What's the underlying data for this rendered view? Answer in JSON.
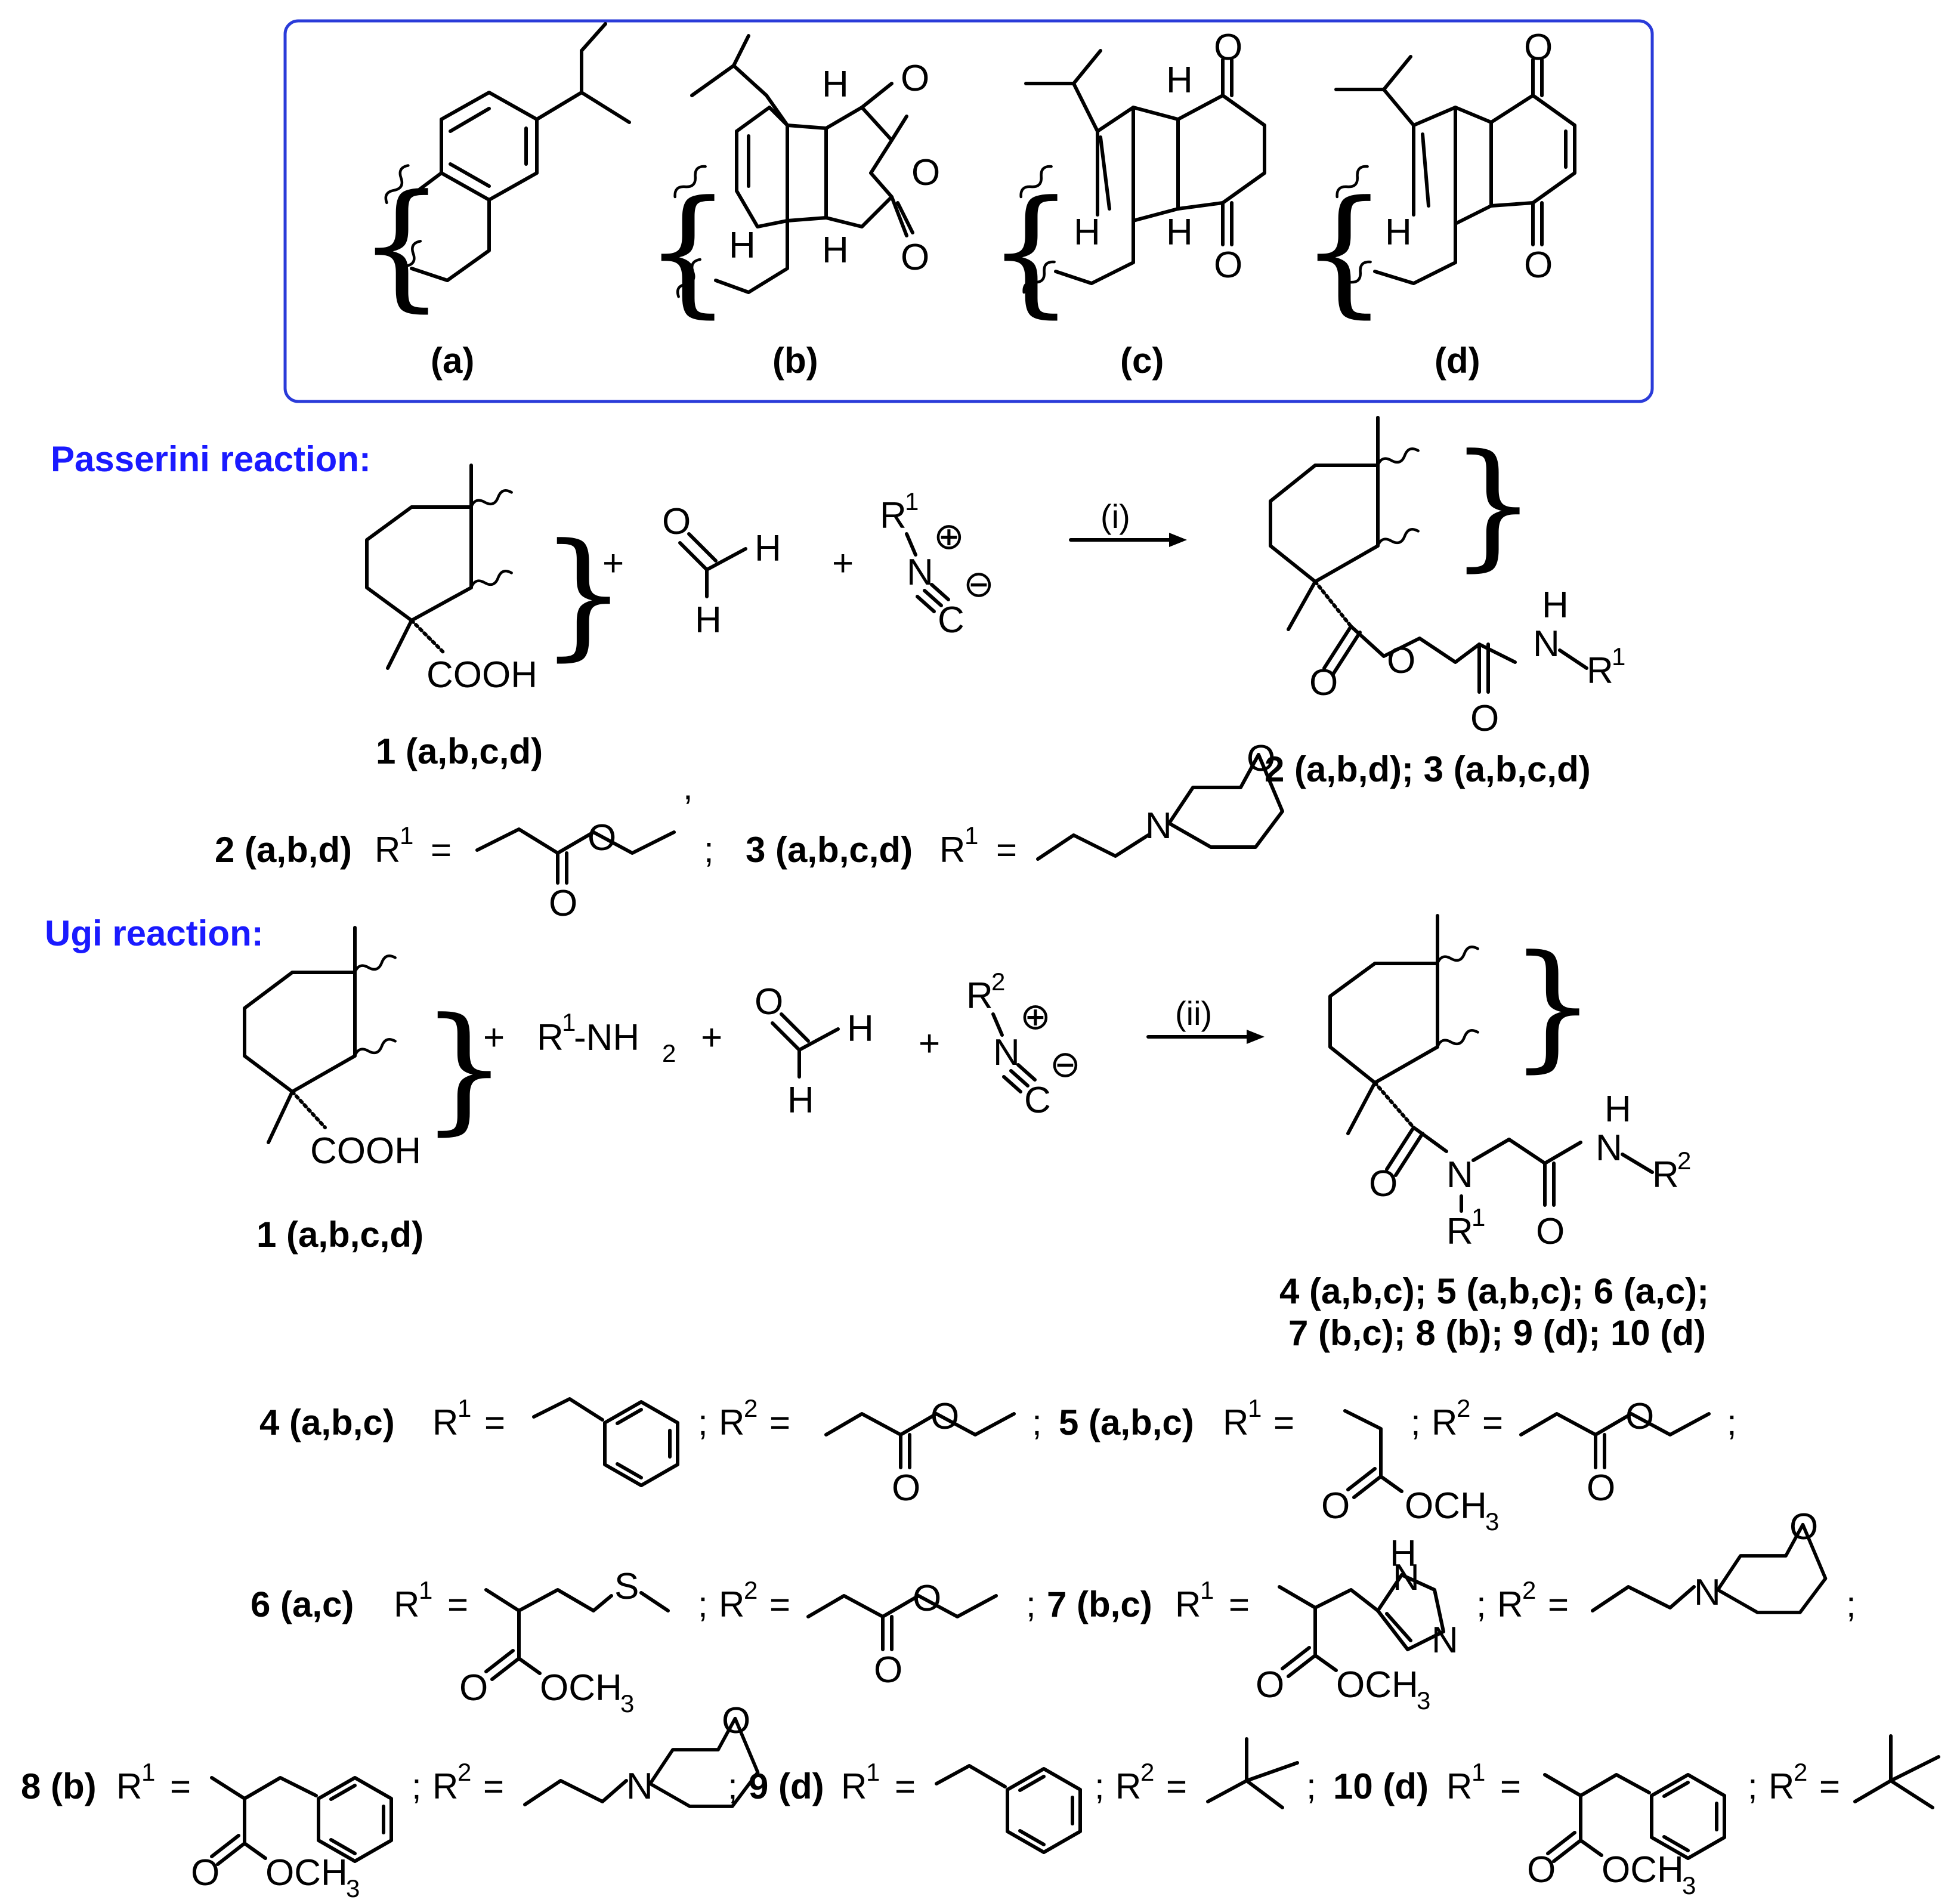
{
  "box": {
    "color": "#2a3bd9",
    "labels": [
      "(a)",
      "(b)",
      "(c)",
      "(d)"
    ]
  },
  "sections": {
    "passerini": "Passerini reaction:",
    "ugi": "Ugi reaction:",
    "color": "#1a1aff"
  },
  "atoms": {
    "H": "H",
    "O": "O",
    "N": "N",
    "C": "C",
    "S": "S",
    "COOH": "COOH",
    "OCH": "OCH",
    "sub3": "3",
    "plus_sign": "+",
    "plus_circle": "⊕",
    "minus_circle": "⊖",
    "R": "R",
    "sup1": "1",
    "sup2": "2",
    "R1NH": "R",
    "NH2": "-NH",
    "sub2": "2",
    "eq": "="
  },
  "conditions": {
    "i": "(i)",
    "ii": "(ii)"
  },
  "compounds": {
    "c1": "1 (a,b,c,d)",
    "c23": "2 (a,b,d); 3 (a,b,c,d)",
    "c2": "2 (a,b,d)",
    "c3": "3 (a,b,c,d)",
    "c4_10_line1": "4 (a,b,c); 5 (a,b,c); 6 (a,c);",
    "c4_10_line2": "7 (b,c); 8 (b); 9 (d); 10 (d)",
    "c4": "4 (a,b,c)",
    "c5": "5 (a,b,c)",
    "c6": "6 (a,c)",
    "c7": "7 (b,c)",
    "c8": "8 (b)",
    "c9": "9 (d)",
    "c10": "10 (d)"
  },
  "punct": {
    "semi": ";",
    "comma": ","
  }
}
